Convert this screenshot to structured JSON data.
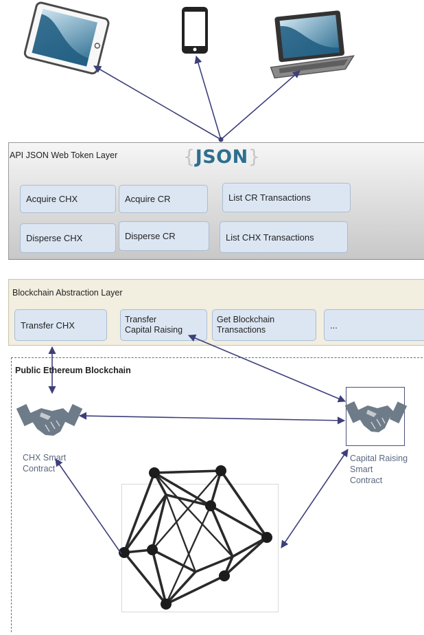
{
  "api_layer": {
    "title": "API JSON Web Token Layer",
    "logo_word": "JSON",
    "logo_open": "{",
    "logo_close": "}",
    "buttons": [
      {
        "label": "Acquire CHX"
      },
      {
        "label": "Acquire CR"
      },
      {
        "label": "List CR Transactions"
      },
      {
        "label": "Disperse CHX"
      },
      {
        "label": "Disperse CR"
      },
      {
        "label": "List CHX Transactions"
      }
    ]
  },
  "abstraction_layer": {
    "title": "Blockchain Abstraction Layer",
    "buttons": [
      {
        "line1": "Transfer CHX",
        "line2": ""
      },
      {
        "line1": "Transfer",
        "line2": "Capital Raising"
      },
      {
        "line1": "Get Blockchain",
        "line2": "Transactions"
      },
      {
        "line1": "...",
        "line2": ""
      }
    ]
  },
  "blockchain": {
    "title": "Public Ethereum Blockchain",
    "chx_contract": {
      "line1": "CHX Smart",
      "line2": "Contract"
    },
    "cr_contract": {
      "line1": "Capital Raising",
      "line2": "Smart",
      "line3": "Contract"
    }
  },
  "devices": [
    {
      "icon": "tablet-icon"
    },
    {
      "icon": "smartphone-icon"
    },
    {
      "icon": "laptop-icon"
    }
  ],
  "colors": {
    "arrow": "#3d3f7a",
    "button_fill": "#dce6f3",
    "button_border": "#a9bcd3",
    "json_blue": "#2e6f8e",
    "abstraction_fill": "#f2eee0",
    "handshake": "#6e7b88",
    "network_dark": "#1c1c1c"
  }
}
